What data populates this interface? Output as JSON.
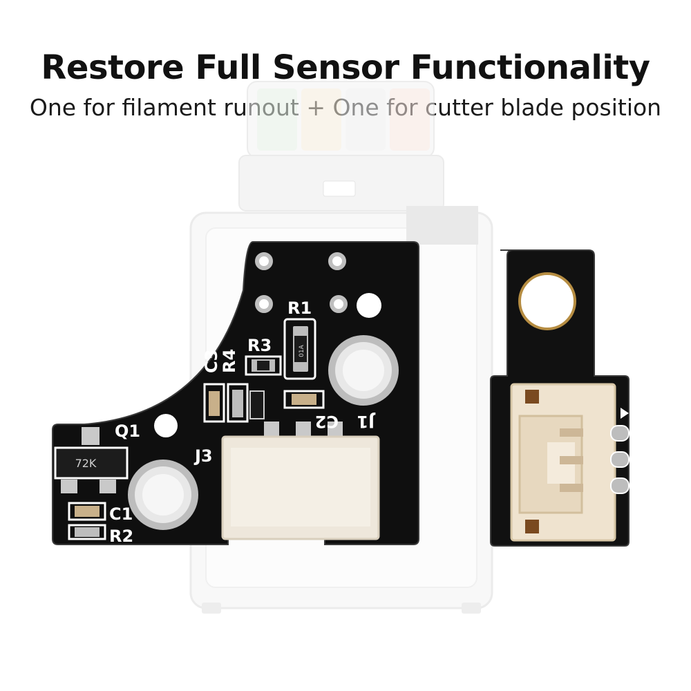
{
  "header": {
    "title": "Restore Full Sensor Functionality",
    "subtitle": "One for filament runout + One for cutter blade position"
  },
  "colors": {
    "pcb": "#111111",
    "pad": "#c9c9c9",
    "connector": "#efe6d6",
    "housing": "#f1f1f1"
  },
  "silkscreen": {
    "r1": "R1",
    "r3": "R3",
    "r4": "R4",
    "c3": "C3",
    "q1": "Q1",
    "j3": "J3",
    "c2": "C2",
    "j1": "J1",
    "c1": "C1",
    "r2": "R2",
    "chip_marking": "72K",
    "resistor_marking": "01A"
  }
}
